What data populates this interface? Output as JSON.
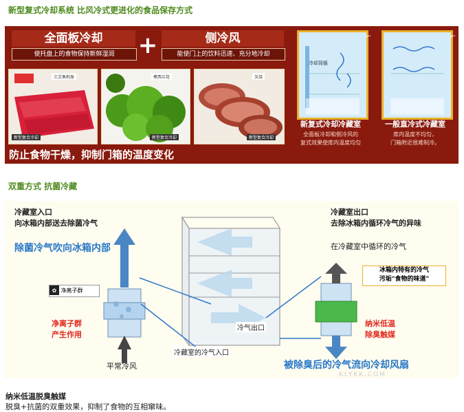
{
  "section1": {
    "heading": "新型复式冷却系统  比风冷式更进化的食品保存方式",
    "left_title": "全面板冷却",
    "plus": "+",
    "right_title": "侧冷风",
    "left_subtitle": "使托盘上的食物保持新鲜湿润",
    "right_subtitle": "能使门上的饮料迅速、充分地冷却",
    "food_tags": [
      "三文鱼刺身",
      "煮西兰花",
      "叉烧"
    ],
    "food_brand": "新型复合冷却",
    "bottom_caption": "防止食物干燥，抑制门箱的温度变化",
    "fridge_label": "冷却背板",
    "fridge1_title": "新复式冷却冷藏室",
    "fridge1_desc": [
      "全面板冷却和侧冷风的",
      "复式效果使库内温度均匀"
    ],
    "fridge2_title": "一般直冷式冷藏室",
    "fridge2_desc": [
      "库内温度不均匀，",
      "门箱附近很难制冷。"
    ],
    "colors": {
      "panel_bg": "#8a1a0e",
      "frame": "#e9b22a",
      "heading": "#4e8a1e"
    }
  },
  "section2": {
    "heading": "双重方式 抗菌冷藏",
    "inlet_title": "冷藏室入口",
    "inlet_desc": "向冰箱内部送去除菌冷气",
    "inlet_blue": "除菌冷气吹向冰箱内部",
    "ion_badge": "净离子群",
    "ion_red": [
      "净离子群",
      "产生作用"
    ],
    "normal_air": "平常冷风",
    "center_inlet": "冷藏室的冷气入口",
    "center_outlet": "冷气出口",
    "outlet_title": "冷藏室出口",
    "outlet_desc": "去除冰箱内循环冷气的异味",
    "circulate": "在冷藏室中循环的冷气",
    "odor_box": [
      "冰箱内特有的冷气",
      "污垢\"食物的味道\""
    ],
    "nano_red": [
      "纳米低温",
      "除臭触媒"
    ],
    "outlet_blue": "被除臭后的冷气流向冷却风扇",
    "watermark_url": "KLYKK.COM"
  },
  "footer": {
    "title": "纳米低温脱臭触媒",
    "desc": "脱臭+抗菌的双重效果，抑制了食物的互相窜味。"
  }
}
